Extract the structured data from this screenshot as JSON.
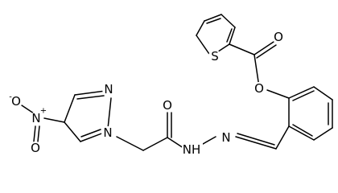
{
  "diagram": {
    "type": "chemical-structure",
    "atoms": {
      "sulfur": "S",
      "ester_o_carbonyl": "O",
      "ester_o_link": "O",
      "amide_o": "O",
      "hydrazone_nh": "NH",
      "hydrazone_n": "N",
      "pyrazole_n1": "N",
      "pyrazole_n2": "N",
      "nitro_n": "N",
      "nitro_o_minus": "O",
      "nitro_o": "O"
    },
    "charges": {
      "nitro_n": "+",
      "nitro_o_minus": "-"
    }
  }
}
